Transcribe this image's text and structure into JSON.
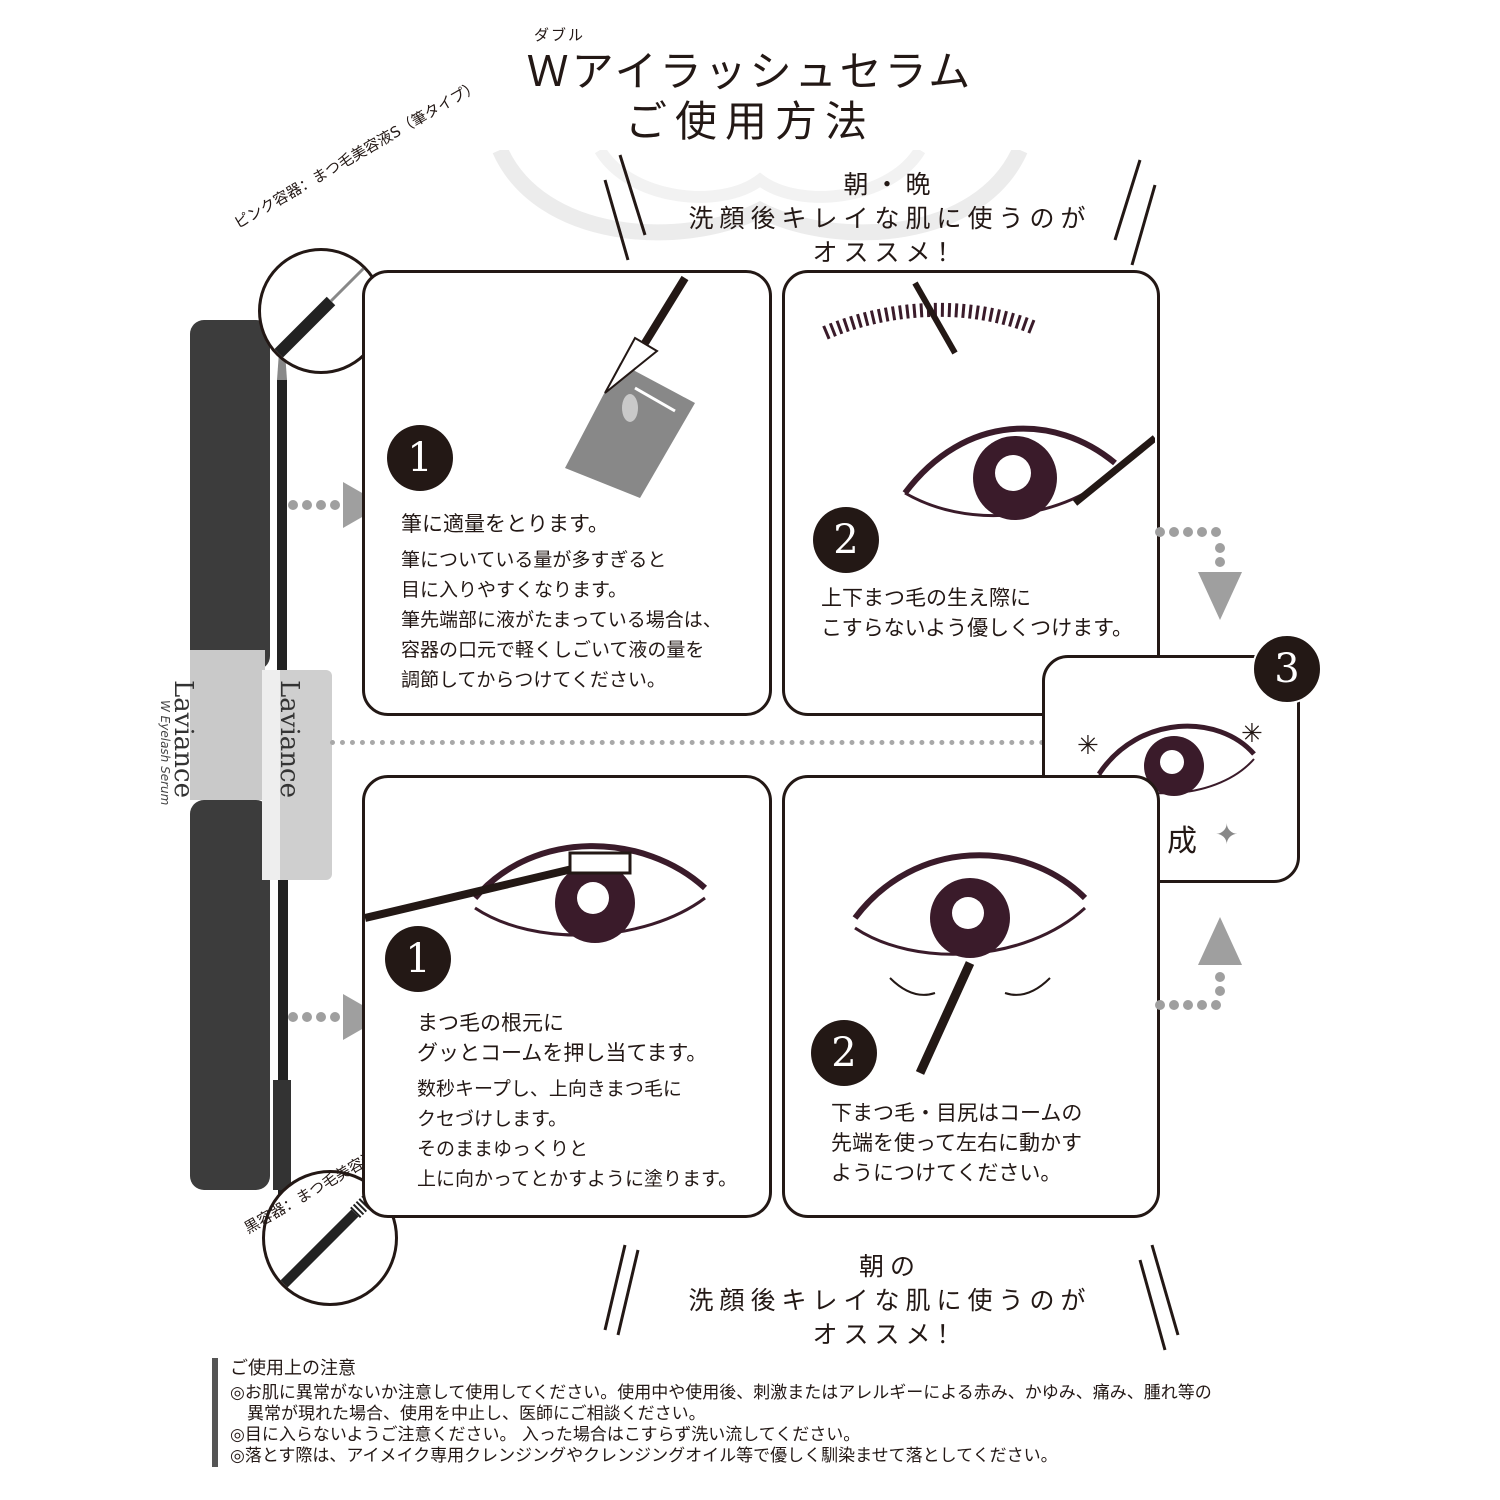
{
  "header": {
    "ruby": "ダブル",
    "title_line1": "Ｗアイラッシュセラム",
    "title_line2": "ご使用方法"
  },
  "tips": {
    "top": "朝・晩\n洗顔後キレイな肌に使うのが\nオススメ！",
    "bottom": "朝の\n洗顔後キレイな肌に使うのが\nオススメ！"
  },
  "product": {
    "brand": "Laviance",
    "sub": "W Eyelash Serum",
    "pink_label": "ピンク容器：まつ毛美容液S（筆タイプ）",
    "black_label": "黒容器：まつ毛美容液M（コームタイプ）"
  },
  "steps_upper": [
    {
      "number": "1",
      "head": "筆に適量をとります。",
      "body": "筆についている量が多すぎると\n目に入りやすくなります。\n筆先端部に液がたまっている場合は、\n容器の口元で軽くしごいて液の量を\n調節してからつけてください。"
    },
    {
      "number": "2",
      "head": "上下まつ毛の生え際に\nこすらないよう優しくつけます。",
      "body": ""
    }
  ],
  "steps_lower": [
    {
      "number": "1",
      "head": "まつ毛の根元に\nグッとコームを押し当てます。",
      "body": "数秒キープし、上向きまつ毛に\nクセづけします。\nそのままゆっくりと\n上に向かってとかすように塗ります。"
    },
    {
      "number": "2",
      "head": "下まつ毛・目尻はコームの\n先端を使って左右に動かす\nようにつけてください。",
      "body": ""
    }
  ],
  "final": {
    "number": "3",
    "label": "完成"
  },
  "caution": {
    "title": "ご使用上の注意",
    "lines": [
      "◎お肌に異常がないか注意して使用してください。使用中や使用後、刺激またはアレルギーによる赤み、かゆみ、痛み、腫れ等の\n　異常が現れた場合、使用を中止し、医師にご相談ください。",
      "◎目に入らないようご注意ください。 入った場合はこすらず洗い流してください。",
      "◎落とす際は、アイメイク専用クレンジングやクレンジングオイル等で優しく馴染ませて落としてください。"
    ]
  },
  "colors": {
    "ink": "#231815",
    "eye": "#3a1b2a",
    "gray": "#9f9f9f",
    "tube": "#3c3c3c"
  }
}
